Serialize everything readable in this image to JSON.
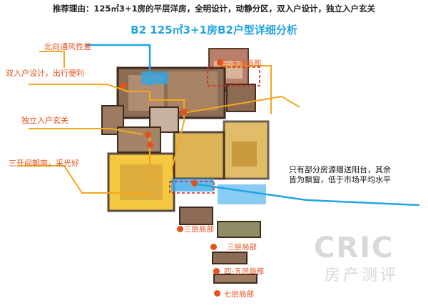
{
  "header": {
    "reason": "推荐理由：125㎡3+1房的平层洋房，全明设计，动静分区，双入户设计，独立入户玄关",
    "title": "B2 125㎡3+1房B2户型详细分析"
  },
  "features": {
    "north_ventilation": "北向通风性差",
    "double_entry": "双入户设计，出行便利",
    "foyer": "独立入户玄关",
    "three_south": "三开间朝南，采光好"
  },
  "floors": {
    "floors_3_5": "三-五层局部",
    "floor_3a": "三层局部",
    "floor_3b": "三层局部",
    "floors_4_5": "四-五层局部",
    "floor_7": "七层局部"
  },
  "note": "只有部分房源赠送阳台，其余皆为飘窗，低于市场平均水平",
  "watermark": {
    "brand": "CRIC",
    "subtitle": "房产测评"
  },
  "colors": {
    "accent_orange": "#e8501c",
    "accent_blue": "#21a4e2",
    "highlight_yellow": "#f3c020"
  }
}
